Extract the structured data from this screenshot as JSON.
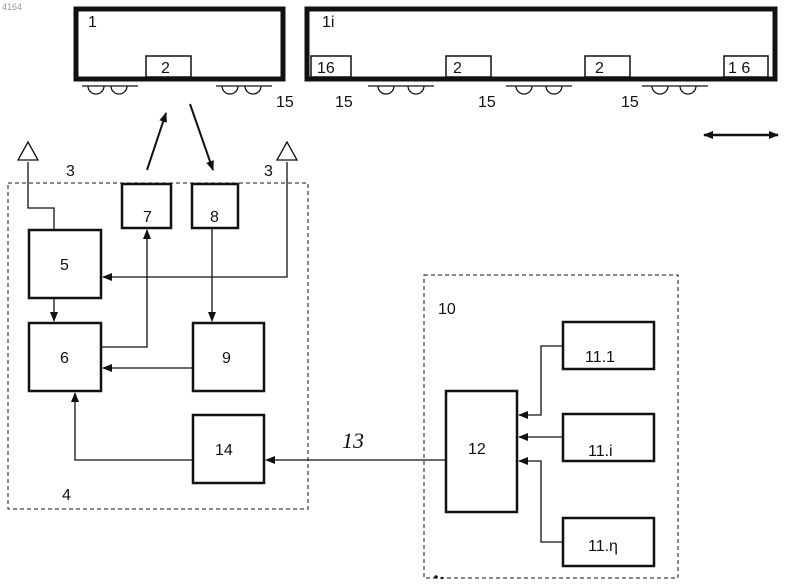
{
  "corner_id": "4164",
  "wagon_left": {
    "number": "1",
    "antenna": "2",
    "axle_label": "15"
  },
  "wagon_right": {
    "number": "1i",
    "antennas": [
      "2",
      "2"
    ],
    "end_left": "16",
    "end_right": "1 6",
    "axle_labels": [
      "15",
      "15",
      "15"
    ]
  },
  "unit_left": {
    "label": "4",
    "antenna_labels": [
      "3",
      "3"
    ],
    "blocks": {
      "b5": "5",
      "b6": "6",
      "b7": "7",
      "b8": "8",
      "b9": "9",
      "b14": "14"
    }
  },
  "unit_right": {
    "label": "10",
    "blocks": {
      "b12": "12",
      "b11_1": "11.1",
      "b11_i": "11.i",
      "b11_n": "11.η"
    }
  },
  "link_label": "13"
}
